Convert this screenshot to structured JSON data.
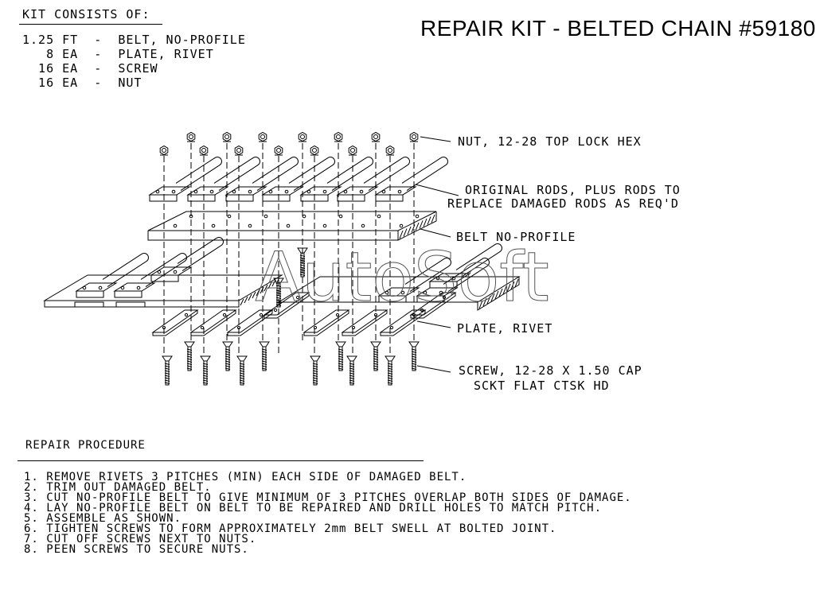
{
  "title": "REPAIR KIT - BELTED CHAIN #59180",
  "kit": {
    "heading": "KIT CONSISTS OF:",
    "items": [
      "1.25 FT  -  BELT, NO-PROFILE",
      "   8 EA  -  PLATE, RIVET",
      "  16 EA  -  SCREW",
      "  16 EA  -  NUT"
    ]
  },
  "callouts": {
    "nut": "NUT, 12-28 TOP LOCK HEX",
    "rods_1": "ORIGINAL RODS, PLUS RODS TO",
    "rods_2": "REPLACE DAMAGED RODS AS REQ'D",
    "belt": "BELT NO-PROFILE",
    "plate": "PLATE, RIVET",
    "screw_1": "SCREW, 12-28 X 1.50 CAP",
    "screw_2": "SCKT FLAT CTSK HD"
  },
  "watermark": "AutoSoft",
  "procedure": {
    "heading": "REPAIR PROCEDURE",
    "steps": [
      "1. REMOVE RIVETS 3 PITCHES (MIN) EACH SIDE OF DAMAGED BELT.",
      "2. TRIM OUT DAMAGED BELT.",
      "3. CUT NO-PROFILE BELT TO GIVE MINIMUM OF 3 PITCHES OVERLAP BOTH SIDES OF DAMAGE.",
      "4. LAY NO-PROFILE BELT ON BELT TO BE REPAIRED AND DRILL HOLES TO MATCH PITCH.",
      "5. ASSEMBLE AS SHOWN.",
      "6. TIGHTEN SCREWS TO FORM APPROXIMATELY 2mm BELT SWELL AT BOLTED JOINT.",
      "7. CUT OFF SCREWS NEXT TO NUTS.",
      "8. PEEN SCREWS TO SECURE NUTS."
    ]
  }
}
